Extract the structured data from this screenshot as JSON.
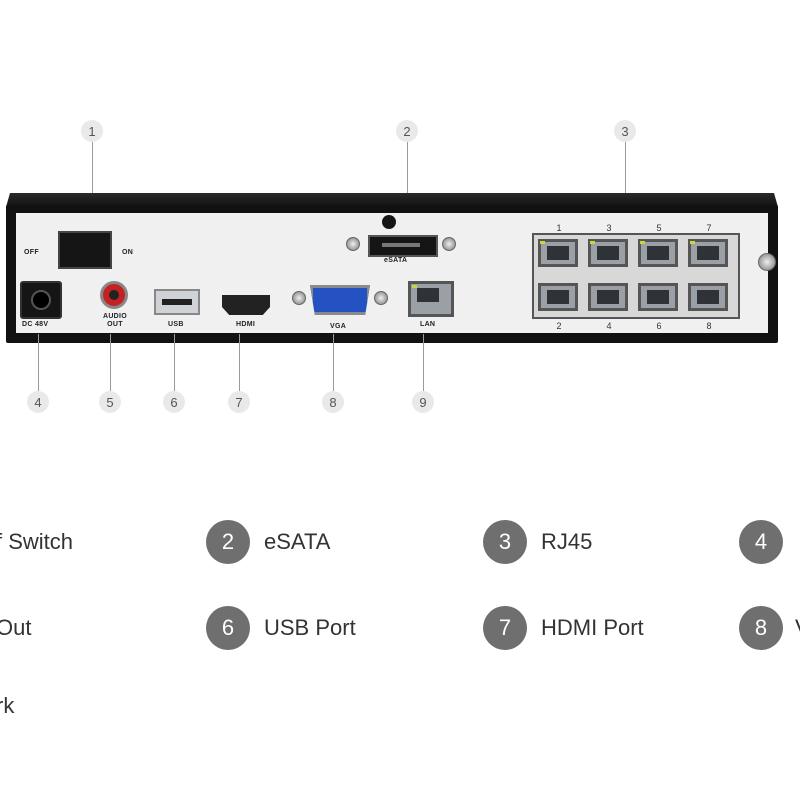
{
  "callouts": [
    "1",
    "2",
    "3",
    "4",
    "5",
    "6",
    "7",
    "8",
    "9"
  ],
  "panel_labels": {
    "off": "OFF",
    "on": "ON",
    "esata": "eSATA",
    "dc": "DC 48V",
    "audio_line1": "AUDIO",
    "audio_line2": "OUT",
    "usb": "USB",
    "hdmi": "HDMI",
    "vga": "VGA",
    "lan": "LAN",
    "poe_top": [
      "1",
      "3",
      "5",
      "7"
    ],
    "poe_bottom": [
      "2",
      "4",
      "6",
      "8"
    ]
  },
  "legend": [
    {
      "num": "",
      "text": "f Switch"
    },
    {
      "num": "2",
      "text": "eSATA"
    },
    {
      "num": "3",
      "text": "RJ45"
    },
    {
      "num": "4",
      "text": ""
    },
    {
      "num": "",
      "text": "Out"
    },
    {
      "num": "6",
      "text": "USB Port"
    },
    {
      "num": "7",
      "text": "HDMI Port"
    },
    {
      "num": "8",
      "text": "V"
    },
    {
      "num": "",
      "text": "rk"
    }
  ]
}
